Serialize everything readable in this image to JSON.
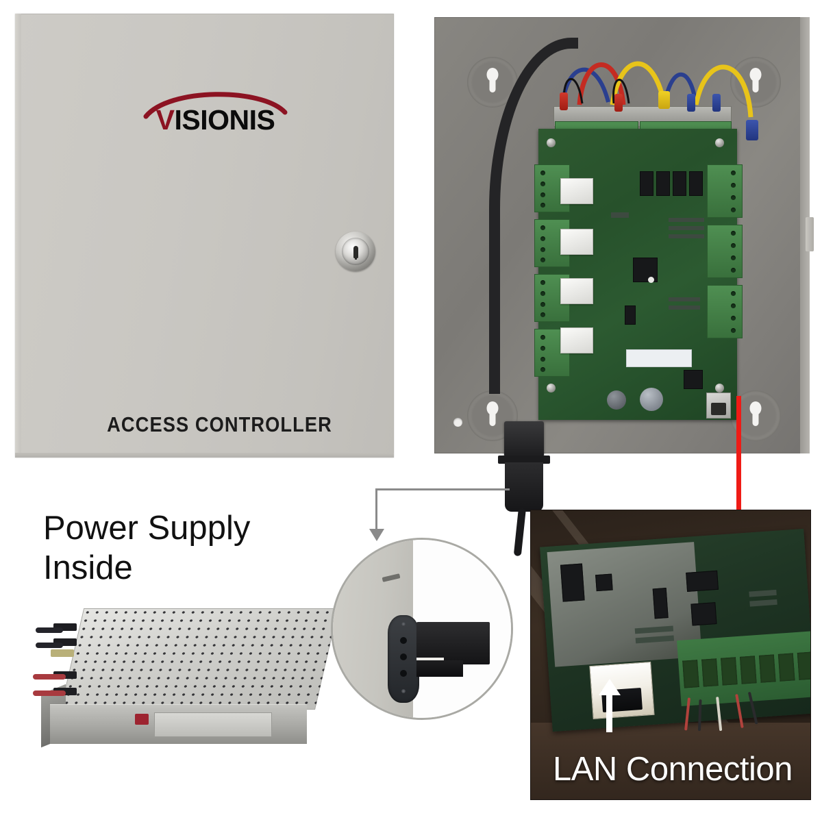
{
  "product": {
    "brand": "VISIONIS",
    "brand_initial": "V",
    "brand_rest": "ISIONIS",
    "enclosure_label": "ACCESS CONTROLLER"
  },
  "annotations": {
    "power_supply_line1": "Power Supply",
    "power_supply_line2": "Inside",
    "lan_connection": "LAN Connection"
  },
  "icons": {
    "door_lock": "key-lock-icon",
    "red_pointer": "red-arrow-icon",
    "gray_pointer": "gray-elbow-arrow-icon",
    "white_pointer": "white-arrow-icon"
  },
  "colors": {
    "brand_red": "#8c1322",
    "enclosure_gray": "#c9c7c2",
    "panel_gray": "#7c7a76",
    "pcb_green": "#2c5a31",
    "pointer_red": "#ef1b16",
    "lan_panel_brown": "#2d231b",
    "terminal_green": "#3f7a44"
  },
  "wire_colors": [
    "blue",
    "red",
    "yellow",
    "blue",
    "yellow"
  ]
}
